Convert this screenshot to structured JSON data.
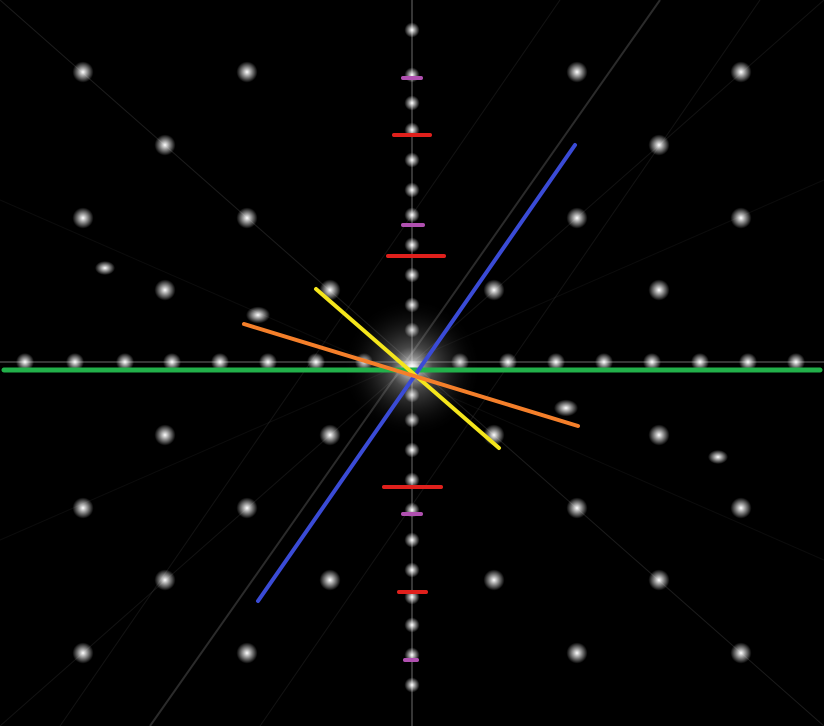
{
  "image": {
    "background_color": "#000000",
    "spot_color": "#ffffff",
    "streak_color": "#9a9a9a"
  },
  "overlays": {
    "lines": [
      {
        "name": "green-horizontal-line",
        "color": "#22b04a"
      },
      {
        "name": "blue-diagonal-line",
        "color": "#3a4bd6"
      },
      {
        "name": "yellow-diagonal-line",
        "color": "#f5e61c"
      },
      {
        "name": "orange-diagonal-line",
        "color": "#f47f2a"
      }
    ],
    "marker_colors": {
      "red": "#e0201c",
      "purple": "#b050b0"
    }
  }
}
